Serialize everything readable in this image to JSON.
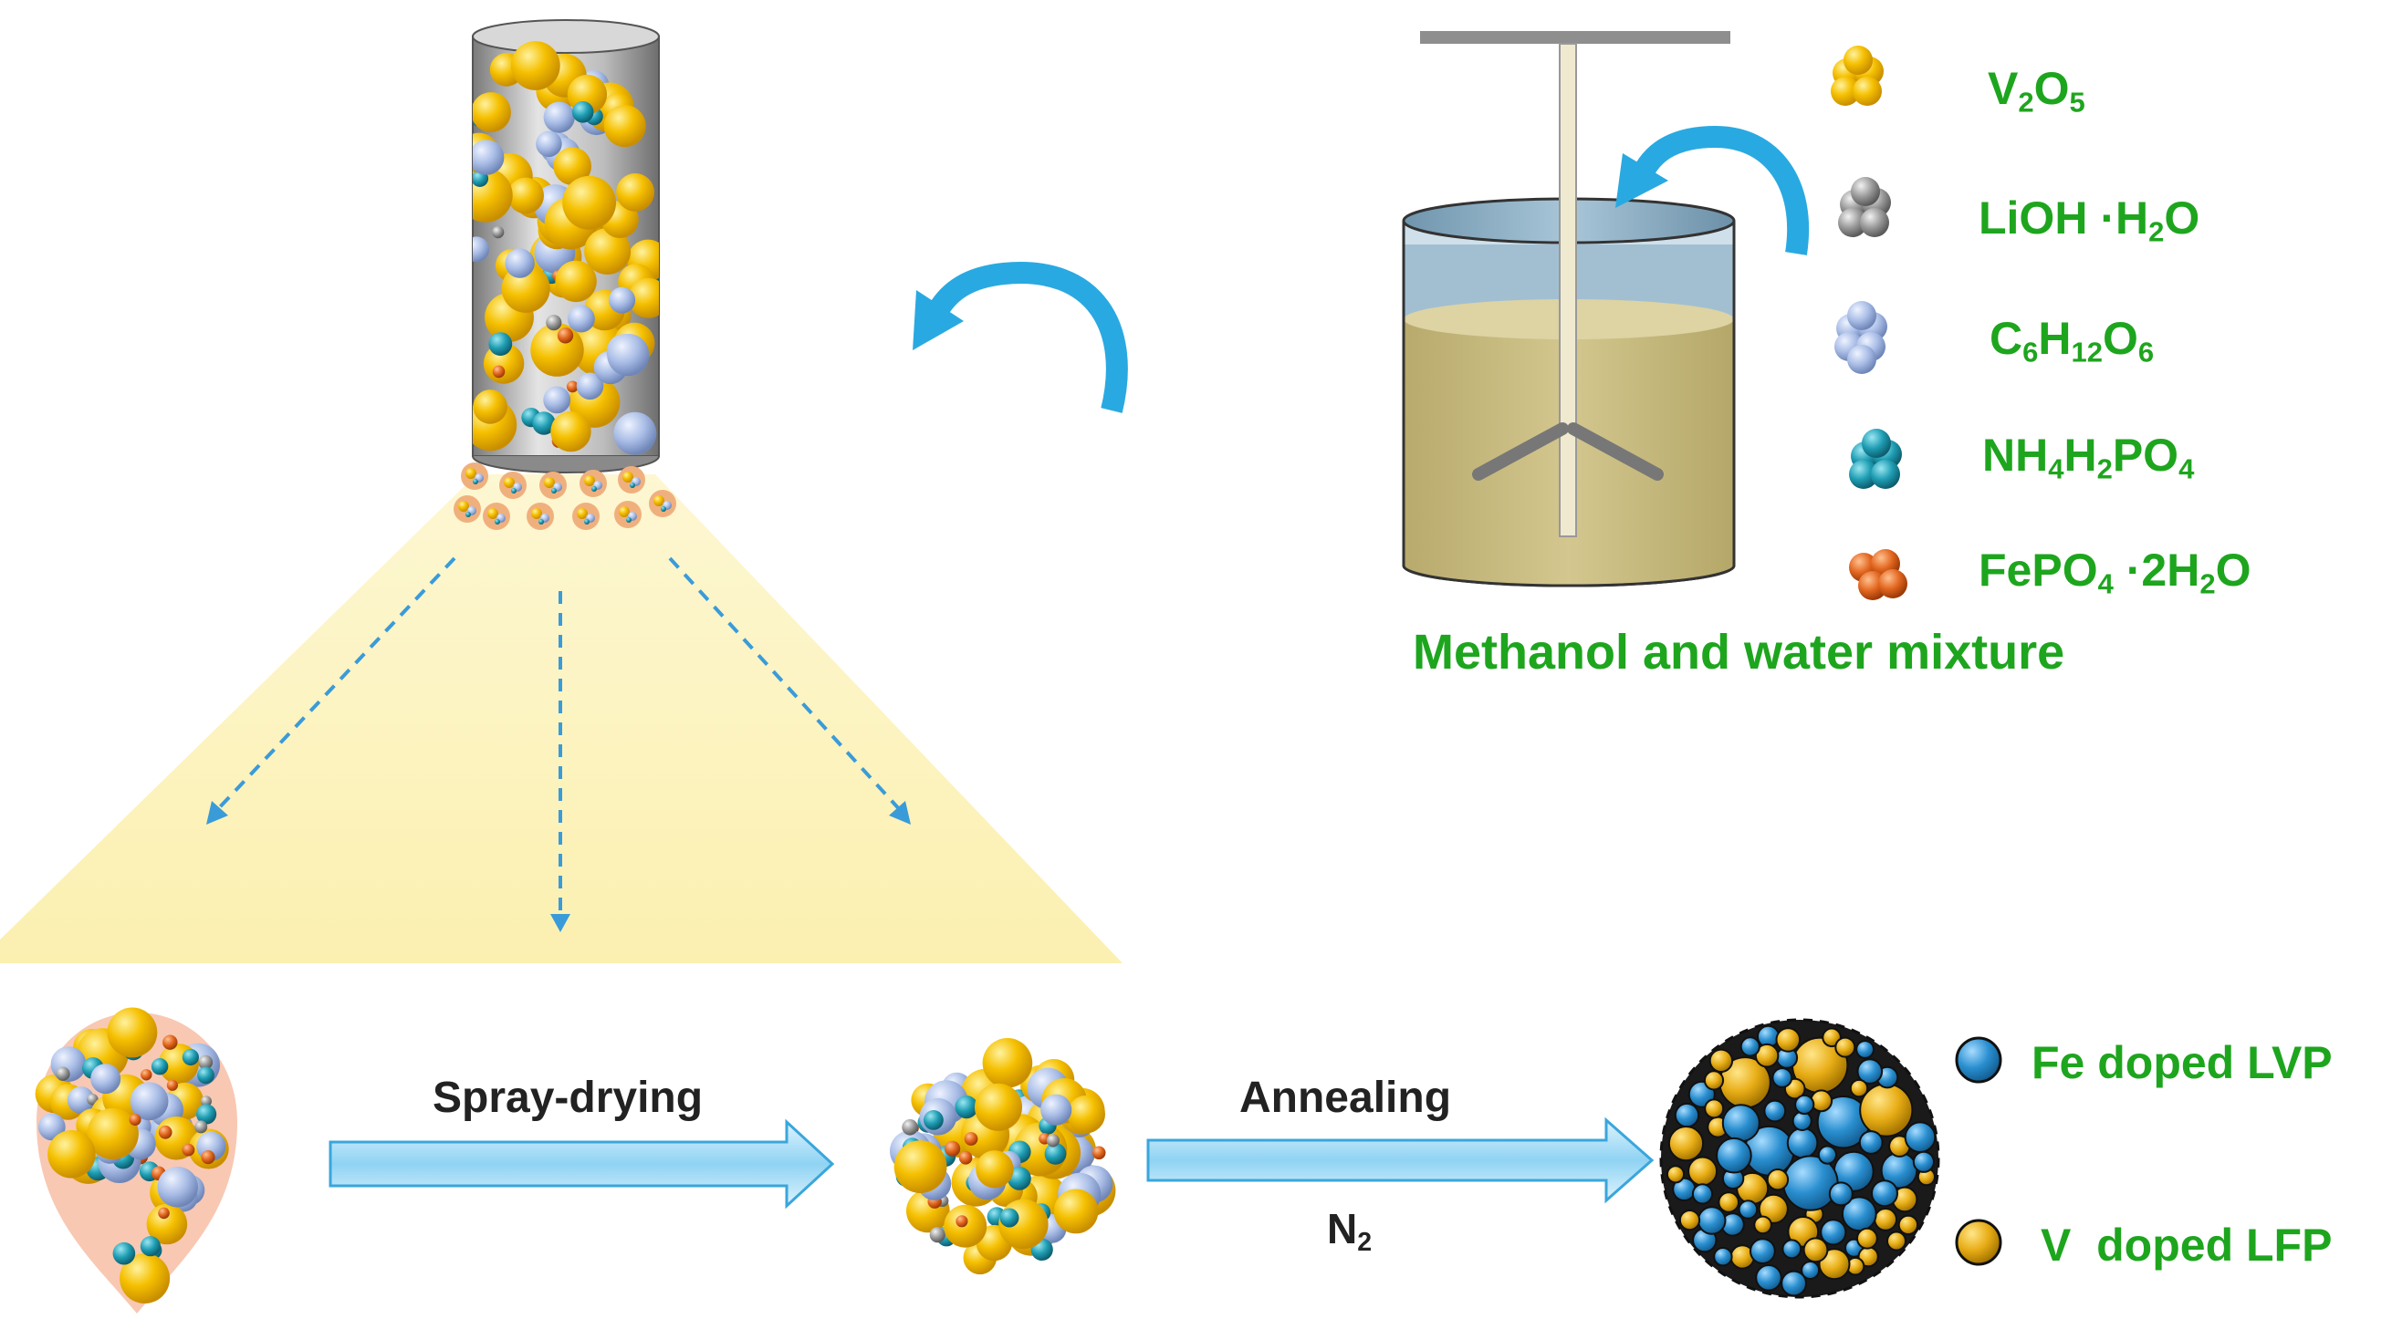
{
  "colors": {
    "label_green": "#1ea51e",
    "arrow_blue": "#29a9e1",
    "v2o5_yellow": "#f5b800",
    "lioh_gray": "#8c8c8c",
    "glucose_lavender": "#9fb5e0",
    "nh4_teal": "#1f97ad",
    "fepo4_orange": "#e2661f",
    "fe_lvp_blue": "#2a8fd0",
    "v_lfp_gold": "#e8ad16",
    "liquid_tan": "#c9bc82",
    "spray_cone": "#fbf2b8"
  },
  "reagents": [
    {
      "icon": "v2o5-cluster-icon",
      "color": "#f5b800",
      "parts": [
        {
          "t": "V"
        },
        {
          "t": "2",
          "sub": true
        },
        {
          "t": "O"
        },
        {
          "t": "5",
          "sub": true
        }
      ]
    },
    {
      "icon": "lioh-cluster-icon",
      "color": "#8c8c8c",
      "parts": [
        {
          "t": "LiOH ·H"
        },
        {
          "t": "2",
          "sub": true
        },
        {
          "t": "O"
        }
      ]
    },
    {
      "icon": "glucose-cluster-icon",
      "color": "#9fb5e0",
      "parts": [
        {
          "t": "C"
        },
        {
          "t": "6",
          "sub": true
        },
        {
          "t": "H"
        },
        {
          "t": "12",
          "sub": true
        },
        {
          "t": "O"
        },
        {
          "t": "6",
          "sub": true
        }
      ]
    },
    {
      "icon": "nh4h2po4-cluster-icon",
      "color": "#1f97ad",
      "parts": [
        {
          "t": "NH"
        },
        {
          "t": "4",
          "sub": true
        },
        {
          "t": "H"
        },
        {
          "t": "2",
          "sub": true
        },
        {
          "t": "PO"
        },
        {
          "t": "4",
          "sub": true
        }
      ]
    },
    {
      "icon": "fepo4-cluster-icon",
      "color": "#e2661f",
      "parts": [
        {
          "t": "FePO"
        },
        {
          "t": "4",
          "sub": true
        },
        {
          "t": " ·2H"
        },
        {
          "t": "2",
          "sub": true
        },
        {
          "t": "O"
        }
      ]
    }
  ],
  "solvent_label": "Methanol and water mixture",
  "steps": {
    "spray_drying": "Spray-drying",
    "annealing": "Annealing",
    "atmosphere": {
      "parts": [
        {
          "t": "N"
        },
        {
          "t": "2",
          "sub": true
        }
      ]
    }
  },
  "products": [
    {
      "label": "Fe doped LVP",
      "color": "#2a8fd0",
      "icon": "fe-doped-lvp-particle-icon"
    },
    {
      "label": "V  doped LFP",
      "color": "#e8ad16",
      "icon": "v-doped-lfp-particle-icon"
    }
  ]
}
